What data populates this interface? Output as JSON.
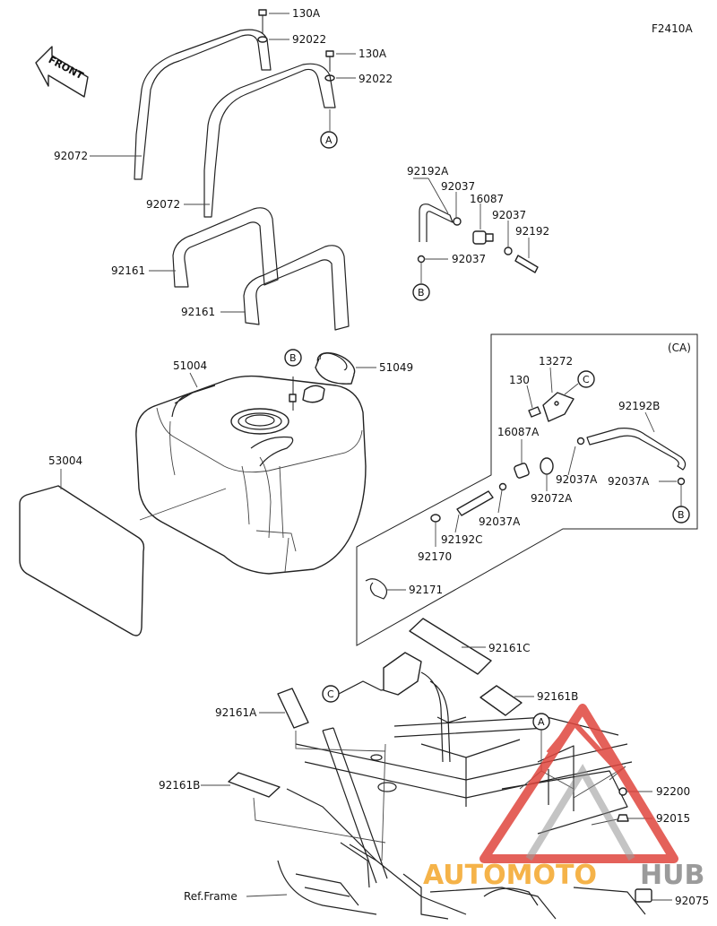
{
  "figure_code": "F2410A",
  "front_label": "FRONT",
  "group_label": "(CA)",
  "callouts": {
    "a": "A",
    "b": "B",
    "c": "C"
  },
  "parts": {
    "p130a_1": "130A",
    "p92022_1": "92022",
    "p130a_2": "130A",
    "p92022_2": "92022",
    "p92072_1": "92072",
    "p92072_2": "92072",
    "p92161_1": "92161",
    "p92161_2": "92161",
    "p92192a": "92192A",
    "p92037_1": "92037",
    "p16087": "16087",
    "p92037_2": "92037",
    "p92192": "92192",
    "p92037_3": "92037",
    "p51004": "51004",
    "p51049": "51049",
    "p53004": "53004",
    "p130": "130",
    "p13272": "13272",
    "p92192b": "92192B",
    "p16087a": "16087A",
    "p92037a_1": "92037A",
    "p92072a": "92072A",
    "p92037a_2": "92037A",
    "p92037a_3": "92037A",
    "p92192c": "92192C",
    "p92170": "92170",
    "p92171": "92171",
    "p92161c": "92161C",
    "p92161b_1": "92161B",
    "p92161a": "92161A",
    "p92161b_2": "92161B",
    "p92200": "92200",
    "p92015": "92015",
    "p92075": "92075",
    "ref_frame": "Ref.Frame"
  },
  "watermark": {
    "part1": "AUTOMOTO",
    "part2": "HUB",
    "color_red": "#e0463e",
    "color_orange": "#f4a62a",
    "color_grey": "#8a8a8a"
  }
}
